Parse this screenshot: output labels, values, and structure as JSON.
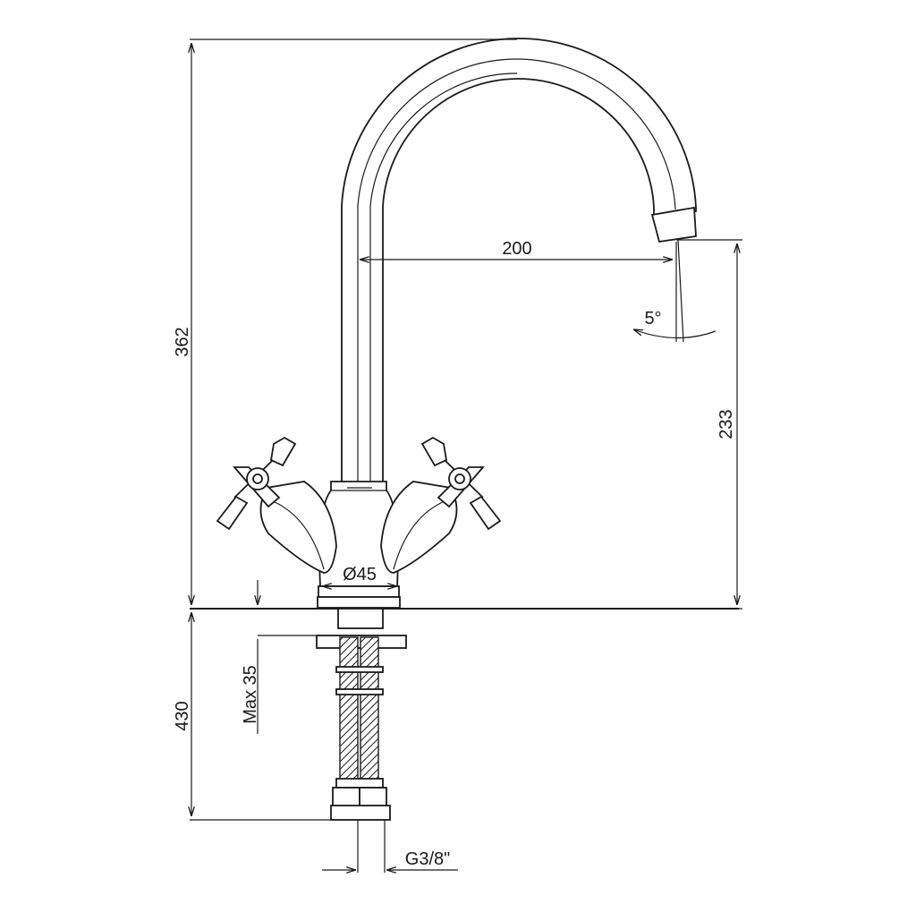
{
  "drawing": {
    "dimensions": {
      "total_height": "362",
      "spout_reach": "200",
      "spout_height": "233",
      "body_diameter": "Ø45",
      "hose_length": "430",
      "max_deck_thickness": "Max 35",
      "connection_thread": "G3/8\"",
      "spout_angle": "5°"
    }
  }
}
